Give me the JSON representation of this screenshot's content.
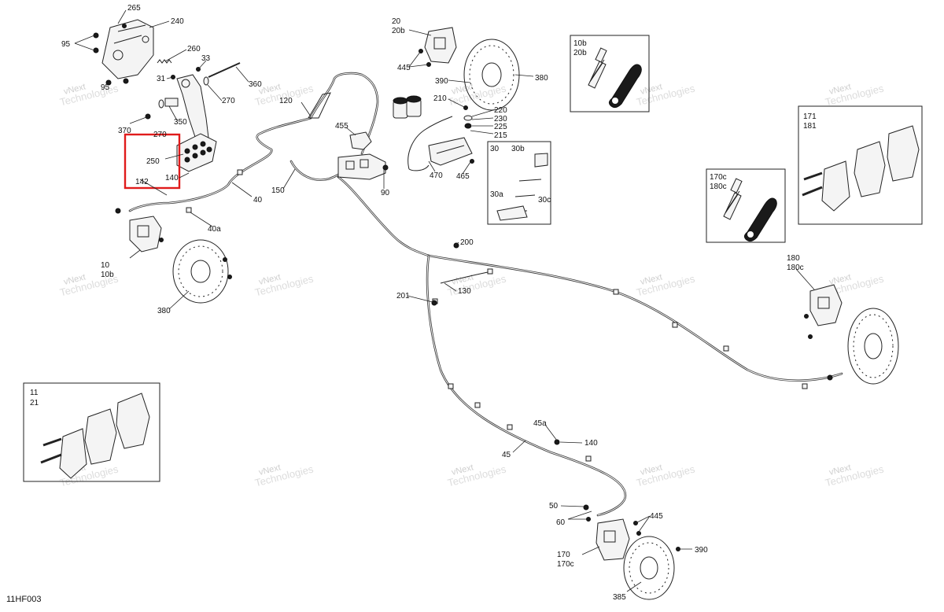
{
  "diagram_code": "11HF003",
  "watermark": {
    "line1": "vNext",
    "line2": "Technologies"
  },
  "labels": {
    "l265": "265",
    "l240": "240",
    "l95a": "95",
    "l95b": "95",
    "l260": "260",
    "l33": "33",
    "l31": "31",
    "l360": "360",
    "l270": "270",
    "l350": "350",
    "l370": "370",
    "l270b": "270",
    "l250": "250",
    "l140a": "140",
    "l142": "142",
    "l40a": "40a",
    "l40": "40",
    "l150": "150",
    "l120": "120",
    "l455": "455",
    "l90": "90",
    "l470": "470",
    "l465": "465",
    "l20": "20",
    "l20b": "20b",
    "l445a": "445",
    "l390a": "390",
    "l380a": "380",
    "l210": "210",
    "l220": "220",
    "l230": "230",
    "l225": "225",
    "l215": "215",
    "l30": "30",
    "l30b": "30b",
    "l30a": "30a",
    "l30c": "30c",
    "l10b_box": "10b",
    "l20b_box": "20b",
    "l170c_box": "170c",
    "l180c_box": "180c",
    "l171": "171",
    "l181": "181",
    "l10": "10",
    "l10b": "10b",
    "l380b": "380",
    "l200": "200",
    "l201": "201",
    "l130": "130",
    "l180": "180",
    "l180c": "180c",
    "l11": "11",
    "l21": "21",
    "l45a": "45a",
    "l140b": "140",
    "l45": "45",
    "l50": "50",
    "l60": "60",
    "l445b": "445",
    "l170": "170",
    "l170c": "170c",
    "l390b": "390",
    "l385": "385"
  }
}
